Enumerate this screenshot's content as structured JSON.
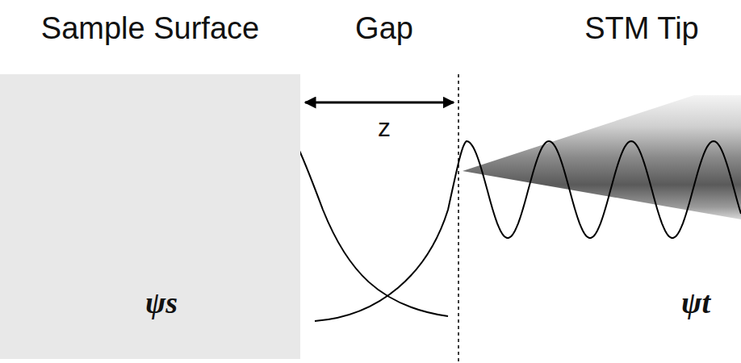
{
  "diagram": {
    "nodes": [
      {
        "text": [
          "Sample Surface",
          "ψs"
        ]
      }
    ],
    "labels": [
      "Gap",
      "STM Tip",
      "z",
      "ψt"
    ]
  }
}
